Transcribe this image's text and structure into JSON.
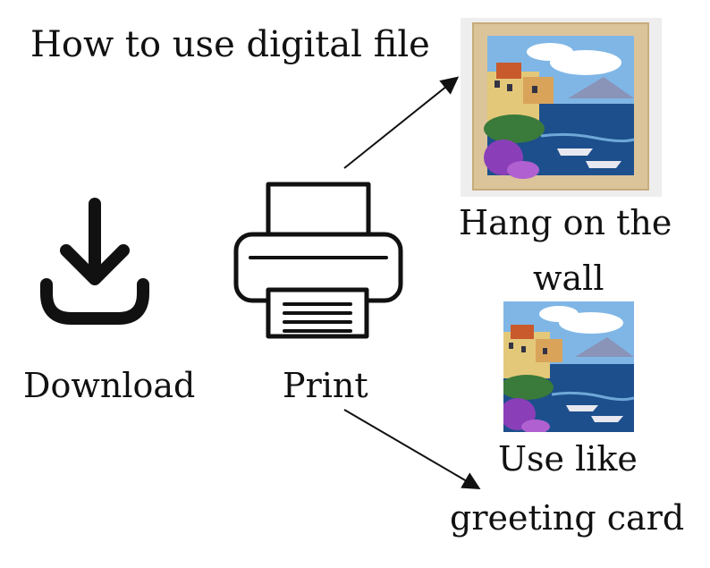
{
  "title": "How to use digital file",
  "steps": {
    "download": {
      "label": "Download",
      "icon": "download-icon"
    },
    "print": {
      "label": "Print",
      "icon": "printer-icon"
    }
  },
  "options": {
    "hang": {
      "line1": "Hang on the",
      "line2": "wall"
    },
    "card": {
      "line1": "Use like",
      "line2": "greeting card"
    }
  },
  "colors": {
    "text": "#111111",
    "frame_wood": "#dcc49a",
    "sea": "#1d4f8c",
    "sky": "#7fb6e6",
    "flowers": "#8a3fb8"
  }
}
